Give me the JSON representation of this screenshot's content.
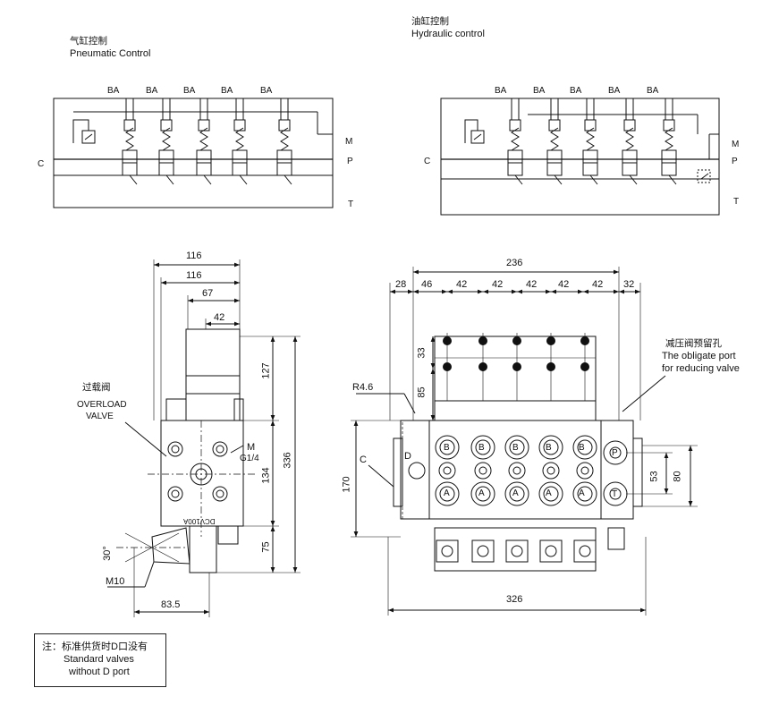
{
  "pneumatic": {
    "title_cn": "气缸控制",
    "title_en": "Pneumatic Control",
    "port_labels": [
      "BA",
      "BA",
      "BA",
      "BA",
      "BA"
    ],
    "left_port": "C",
    "right_ports": [
      "M",
      "P",
      "T"
    ]
  },
  "hydraulic": {
    "title_cn": "油缸控制",
    "title_en": "Hydraulic control",
    "port_labels": [
      "BA",
      "BA",
      "BA",
      "BA",
      "BA"
    ],
    "left_port": "C",
    "right_ports": [
      "M",
      "P",
      "T"
    ]
  },
  "side_view": {
    "dims": [
      "116",
      "116",
      "67",
      "42",
      "127",
      "336",
      "134",
      "75",
      "83.5",
      "30°",
      "M10"
    ],
    "overload_cn": "过载阀",
    "overload_en": [
      "OVERLOAD",
      "VALVE"
    ],
    "port_m": "M",
    "port_thread": "G1/4",
    "housing_text": "DCV100A"
  },
  "front_view": {
    "top_dims": [
      "236",
      "28",
      "46",
      "42",
      "42",
      "42",
      "42",
      "42",
      "32"
    ],
    "vert_dims": [
      "33",
      "85",
      "170",
      "53",
      "80"
    ],
    "radius": "R4.6",
    "bottom_dim": "326",
    "side_letters": [
      "C",
      "D"
    ],
    "spool_b": [
      "B",
      "B",
      "B",
      "B",
      "B"
    ],
    "spool_a": [
      "A",
      "A",
      "A",
      "A",
      "A"
    ],
    "inlet_p": "P",
    "outlet_t": "T",
    "relief_cn": "减压阀预留孔",
    "relief_en": [
      "The obligate port",
      "for reducing valve"
    ]
  },
  "note": {
    "line1": "注：标准供货时D口没有",
    "line2": "Standard valves",
    "line3": "without D port"
  }
}
